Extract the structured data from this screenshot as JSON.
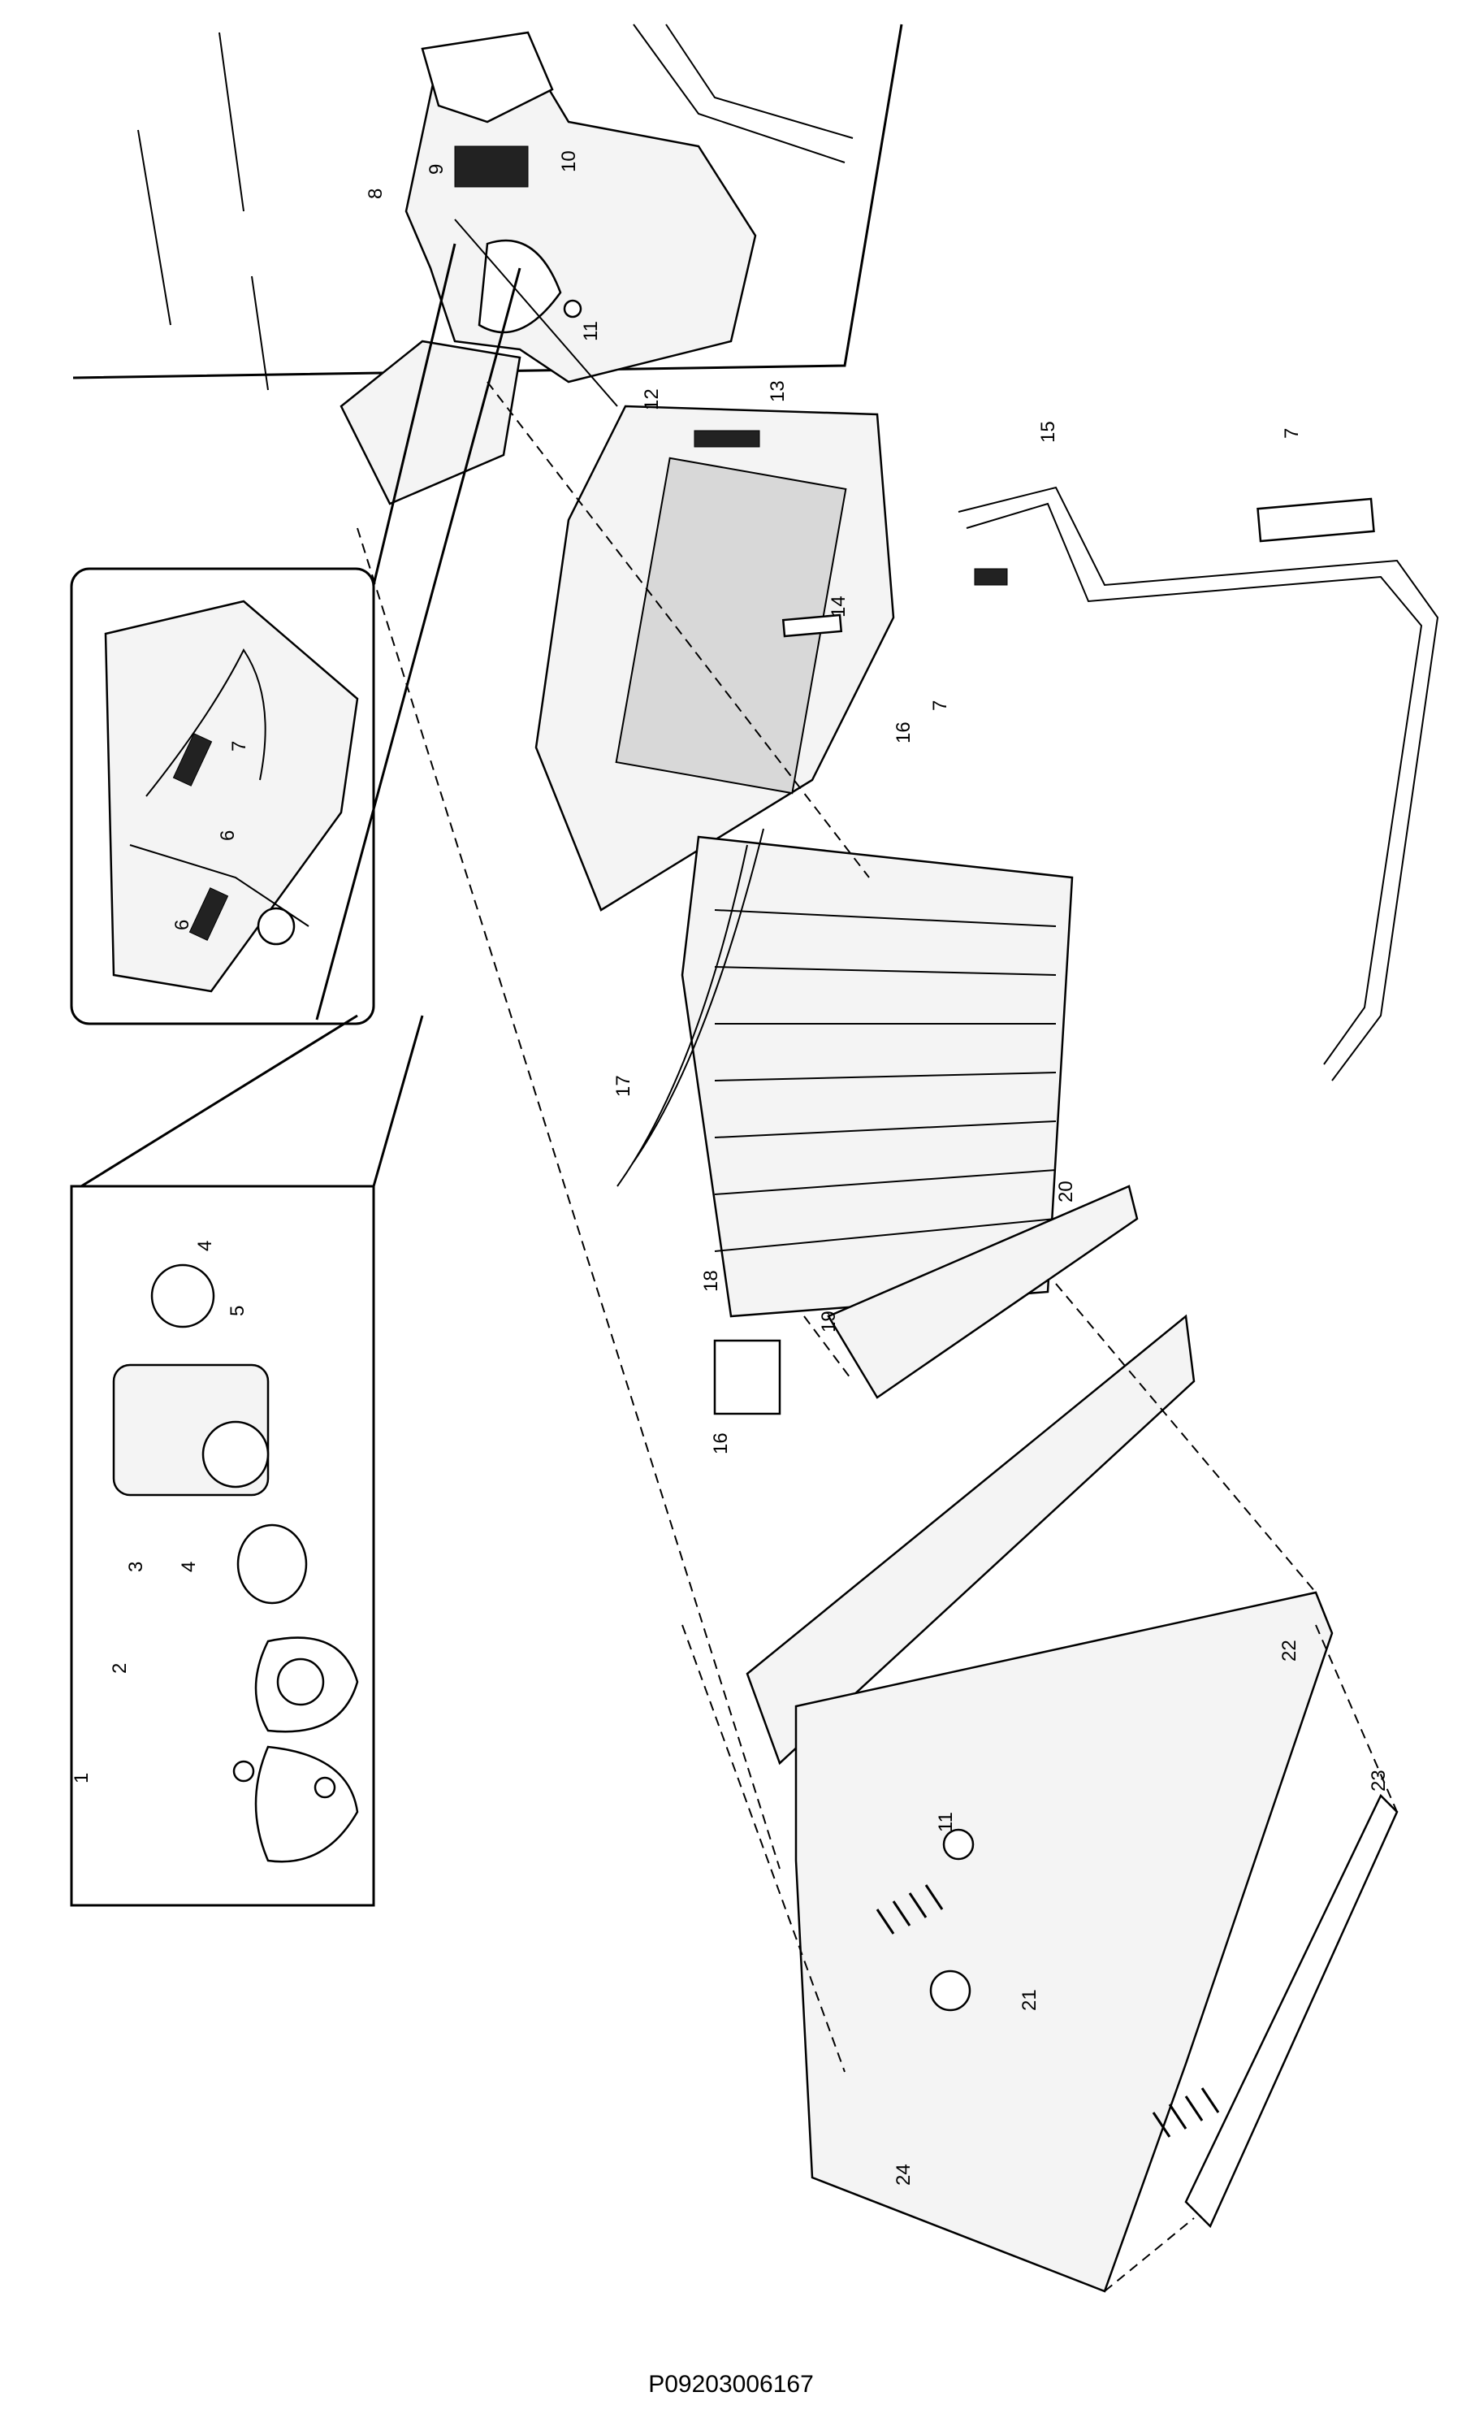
{
  "callouts": {
    "c1": "1",
    "c2": "2",
    "c3": "3",
    "c4a": "4",
    "c4b": "4",
    "c5": "5",
    "c6a": "6",
    "c6b": "6",
    "c7a": "7",
    "c7b": "7",
    "c7c": "7",
    "c8": "8",
    "c9": "9",
    "c10": "10",
    "c11a": "11",
    "c11b": "11",
    "c12": "12",
    "c13": "13",
    "c14": "14",
    "c15": "15",
    "c16a": "16",
    "c16b": "16",
    "c17": "17",
    "c18": "18",
    "c19": "19",
    "c20": "20",
    "c21": "21",
    "c22": "22",
    "c23": "23",
    "c24": "24"
  },
  "footer": {
    "catalog_number": "P09203006167"
  }
}
